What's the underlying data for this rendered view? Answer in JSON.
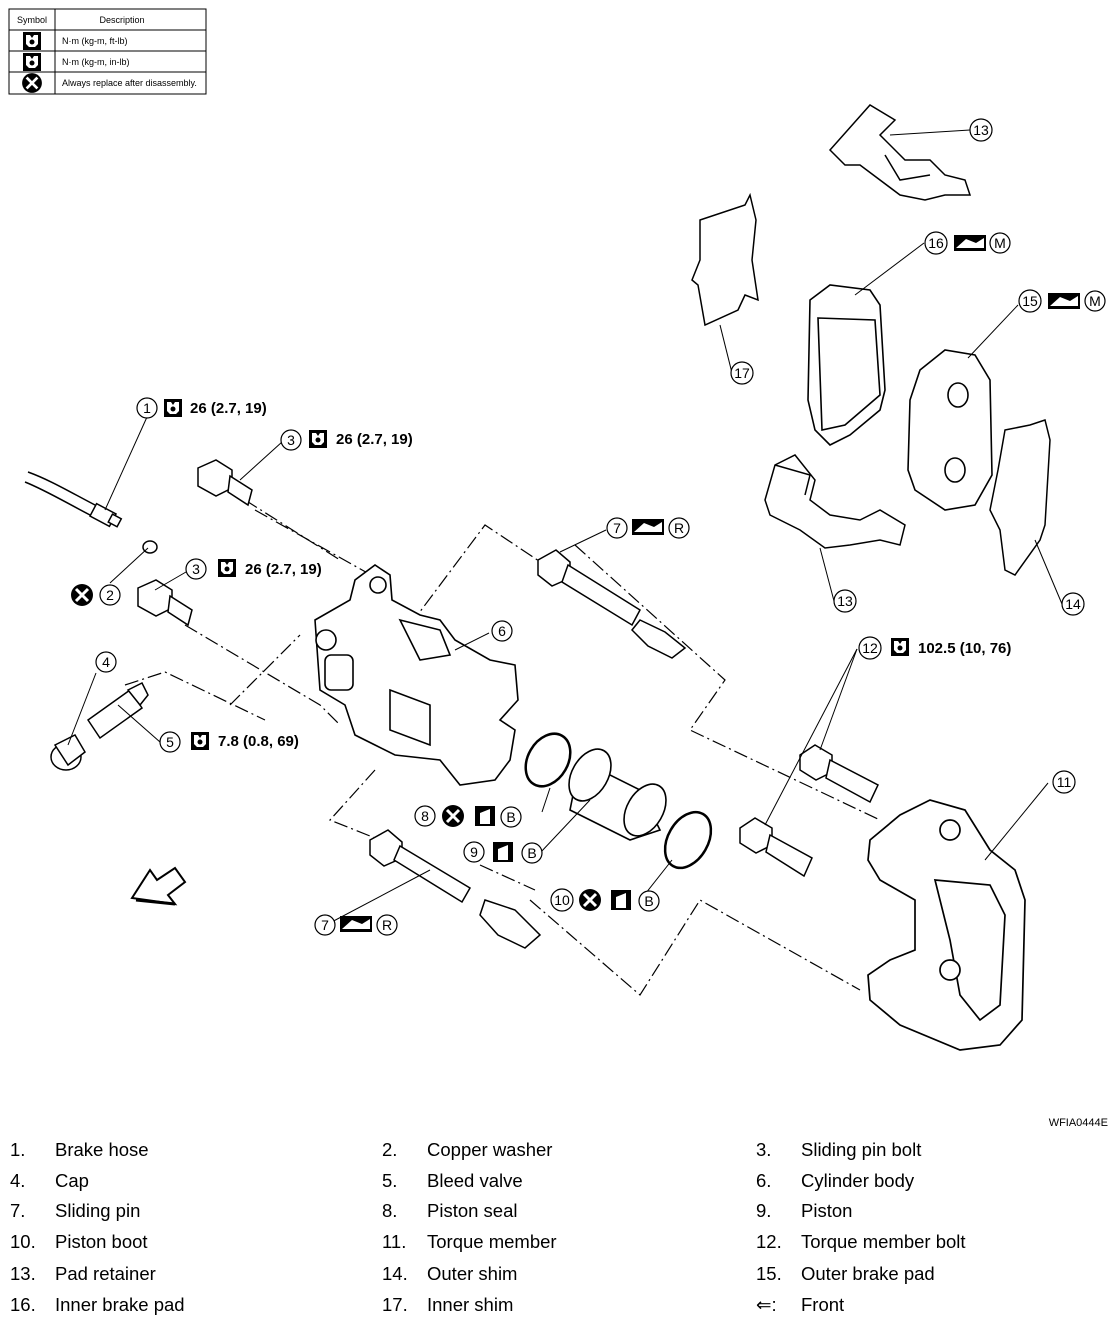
{
  "symbol_table": {
    "header_symbol": "Symbol",
    "header_description": "Description",
    "rows": [
      {
        "icon": "torque-ft-lb-icon",
        "text": "N·m (kg-m, ft-lb)"
      },
      {
        "icon": "torque-in-lb-icon",
        "text": "N·m (kg-m, in-lb)"
      },
      {
        "icon": "replace-icon",
        "text": "Always replace after disassembly."
      }
    ]
  },
  "callouts": {
    "c1": "1",
    "c2": "2",
    "c3a": "3",
    "c3b": "3",
    "c4": "4",
    "c5": "5",
    "c6": "6",
    "c7a": "7",
    "c7b": "7",
    "c8": "8",
    "c9": "9",
    "c10": "10",
    "c11": "11",
    "c12": "12",
    "c13a": "13",
    "c13b": "13",
    "c14": "14",
    "c15": "15",
    "c16": "16",
    "c17": "17"
  },
  "torque": {
    "t1": "26 (2.7, 19)",
    "t3a": "26 (2.7, 19)",
    "t3b": "26 (2.7, 19)",
    "t5": "7.8 (0.8, 69)",
    "t12": "102.5 (10, 76)"
  },
  "grease_letters": {
    "R": "R",
    "B": "B",
    "M": "M"
  },
  "figure_code": "WFIA0444E",
  "legend": [
    {
      "n": "1.",
      "t": "Brake hose"
    },
    {
      "n": "2.",
      "t": "Copper washer"
    },
    {
      "n": "3.",
      "t": "Sliding pin bolt"
    },
    {
      "n": "4.",
      "t": "Cap"
    },
    {
      "n": "5.",
      "t": "Bleed valve"
    },
    {
      "n": "6.",
      "t": "Cylinder body"
    },
    {
      "n": "7.",
      "t": "Sliding pin"
    },
    {
      "n": "8.",
      "t": "Piston seal"
    },
    {
      "n": "9.",
      "t": "Piston"
    },
    {
      "n": "10.",
      "t": "Piston boot"
    },
    {
      "n": "11.",
      "t": "Torque member"
    },
    {
      "n": "12.",
      "t": "Torque member bolt"
    },
    {
      "n": "13.",
      "t": "Pad retainer"
    },
    {
      "n": "14.",
      "t": "Outer shim"
    },
    {
      "n": "15.",
      "t": "Outer brake pad"
    },
    {
      "n": "16.",
      "t": "Inner brake pad"
    },
    {
      "n": "17.",
      "t": "Inner shim"
    },
    {
      "n": "⇐:",
      "t": "Front"
    }
  ]
}
